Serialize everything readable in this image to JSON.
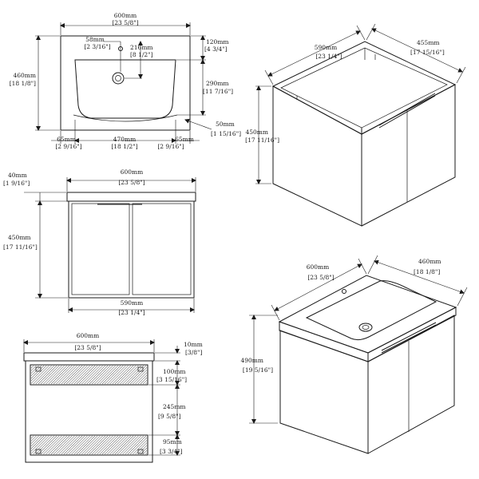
{
  "top_view": {
    "width": {
      "mm": "600mm",
      "in": "[23 5/8\"]"
    },
    "depth": {
      "mm": "460mm",
      "in": "[18 1/8\"]"
    },
    "drain_x": {
      "mm": "58mm",
      "in": "[2 3/16\"]"
    },
    "drain_y": {
      "mm": "216mm",
      "in": "[8 1/2\"]"
    },
    "back_gap": {
      "mm": "120mm",
      "in": "[4 3/4\"]"
    },
    "basin_depth": {
      "mm": "290mm",
      "in": "[11 7/16\"]"
    },
    "front_gap": {
      "mm": "50mm",
      "in": "[1 15/16\"]"
    },
    "left_margin": {
      "mm": "65mm",
      "in": "[2 9/16\"]"
    },
    "basin_width": {
      "mm": "470mm",
      "in": "[18 1/2\"]"
    },
    "right_margin": {
      "mm": "65mm",
      "in": "[2 9/16\"]"
    }
  },
  "cabinet_iso": {
    "width": {
      "mm": "590mm",
      "in": "[23 1/4\"]"
    },
    "depth": {
      "mm": "455mm",
      "in": "[17 15/16\"]"
    },
    "height": {
      "mm": "450mm",
      "in": "[17 11/16\"]"
    }
  },
  "front_view": {
    "top_thickness": {
      "mm": "40mm",
      "in": "[1 9/16\"]"
    },
    "top_width": {
      "mm": "600mm",
      "in": "[23 5/8\"]"
    },
    "height": {
      "mm": "450mm",
      "in": "[17 11/16\"]"
    },
    "cabinet_width": {
      "mm": "590mm",
      "in": "[23 1/4\"]"
    }
  },
  "vanity_iso": {
    "width": {
      "mm": "600mm",
      "in": "[23 5/8\"]"
    },
    "depth": {
      "mm": "460mm",
      "in": "[18 1/8\"]"
    },
    "height": {
      "mm": "490mm",
      "in": "[19 5/16\"]"
    }
  },
  "section_view": {
    "width": {
      "mm": "600mm",
      "in": "[23 5/8\"]"
    },
    "top": {
      "mm": "10mm",
      "in": "[3/8\"]"
    },
    "upper": {
      "mm": "100mm",
      "in": "[3 15/16\"]"
    },
    "middle": {
      "mm": "245mm",
      "in": "[9 5/8\"]"
    },
    "lower": {
      "mm": "95mm",
      "in": "[3 3/4\"]"
    }
  }
}
